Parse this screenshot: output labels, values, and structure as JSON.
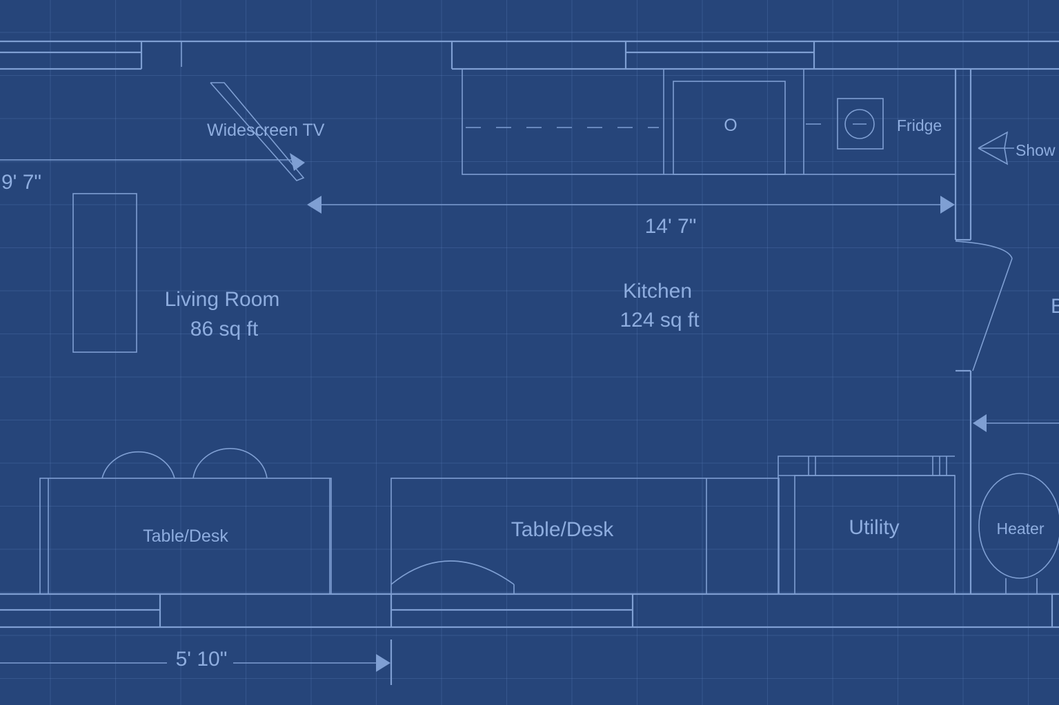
{
  "labels": {
    "tv": "Widescreen TV",
    "fridge": "Fridge",
    "shower": "Show",
    "living_name": "Living Room",
    "living_area": "86 sq ft",
    "kitchen_name": "Kitchen",
    "kitchen_area": "124 sq ft",
    "desk_left": "Table/Desk",
    "desk_center": "Table/Desk",
    "utility": "Utility",
    "heater": "Heater",
    "bath_partial": "B",
    "stove_knob": "O"
  },
  "dimensions": {
    "left_height": "9' 7\"",
    "kitchen_width": "14' 7\"",
    "desk_width": "5' 10\""
  },
  "colors": {
    "background": "#26457a",
    "lines": "#7f9fd3",
    "text": "#8eaddf"
  }
}
